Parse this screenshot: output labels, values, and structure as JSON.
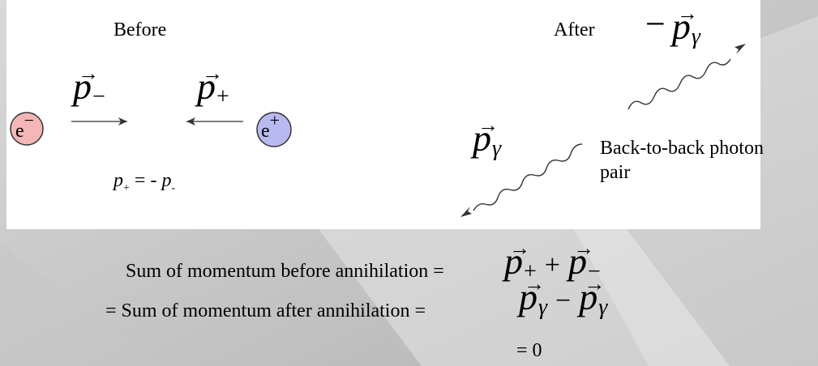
{
  "before": {
    "heading": "Before",
    "electron_label": "e",
    "electron_charge": "−",
    "positron_label": "e",
    "positron_charge": "+",
    "p_minus_symbol": "p",
    "p_minus_sub": "−",
    "p_plus_symbol": "p",
    "p_plus_sub": "+",
    "relation": {
      "lhs": "p",
      "lhs_sub": "+",
      "equals": " = - ",
      "rhs": "p",
      "rhs_sub": "-"
    }
  },
  "after": {
    "heading": "After",
    "minus_sign": "−",
    "p_gamma_symbol": "p",
    "p_gamma_sub": "γ",
    "photon_caption_line1": "Back-to-back photon",
    "photon_caption_line2": "pair"
  },
  "equations": {
    "line1_text": "Sum of momentum before annihilation = ",
    "line1_expr": {
      "a": "p",
      "a_sub": "+",
      "op": "+",
      "b": "p",
      "b_sub": "−"
    },
    "line2_text": "= Sum of momentum after annihilation = ",
    "line2_expr": {
      "a": "p",
      "a_sub": "γ",
      "op": "−",
      "b": "p",
      "b_sub": "γ"
    },
    "line3_text": "=  0"
  },
  "colors": {
    "electron_fill": "#f4b6b6",
    "positron_fill": "#b9b9f2",
    "panel": "#ffffff",
    "background": "#bdbdbd"
  }
}
